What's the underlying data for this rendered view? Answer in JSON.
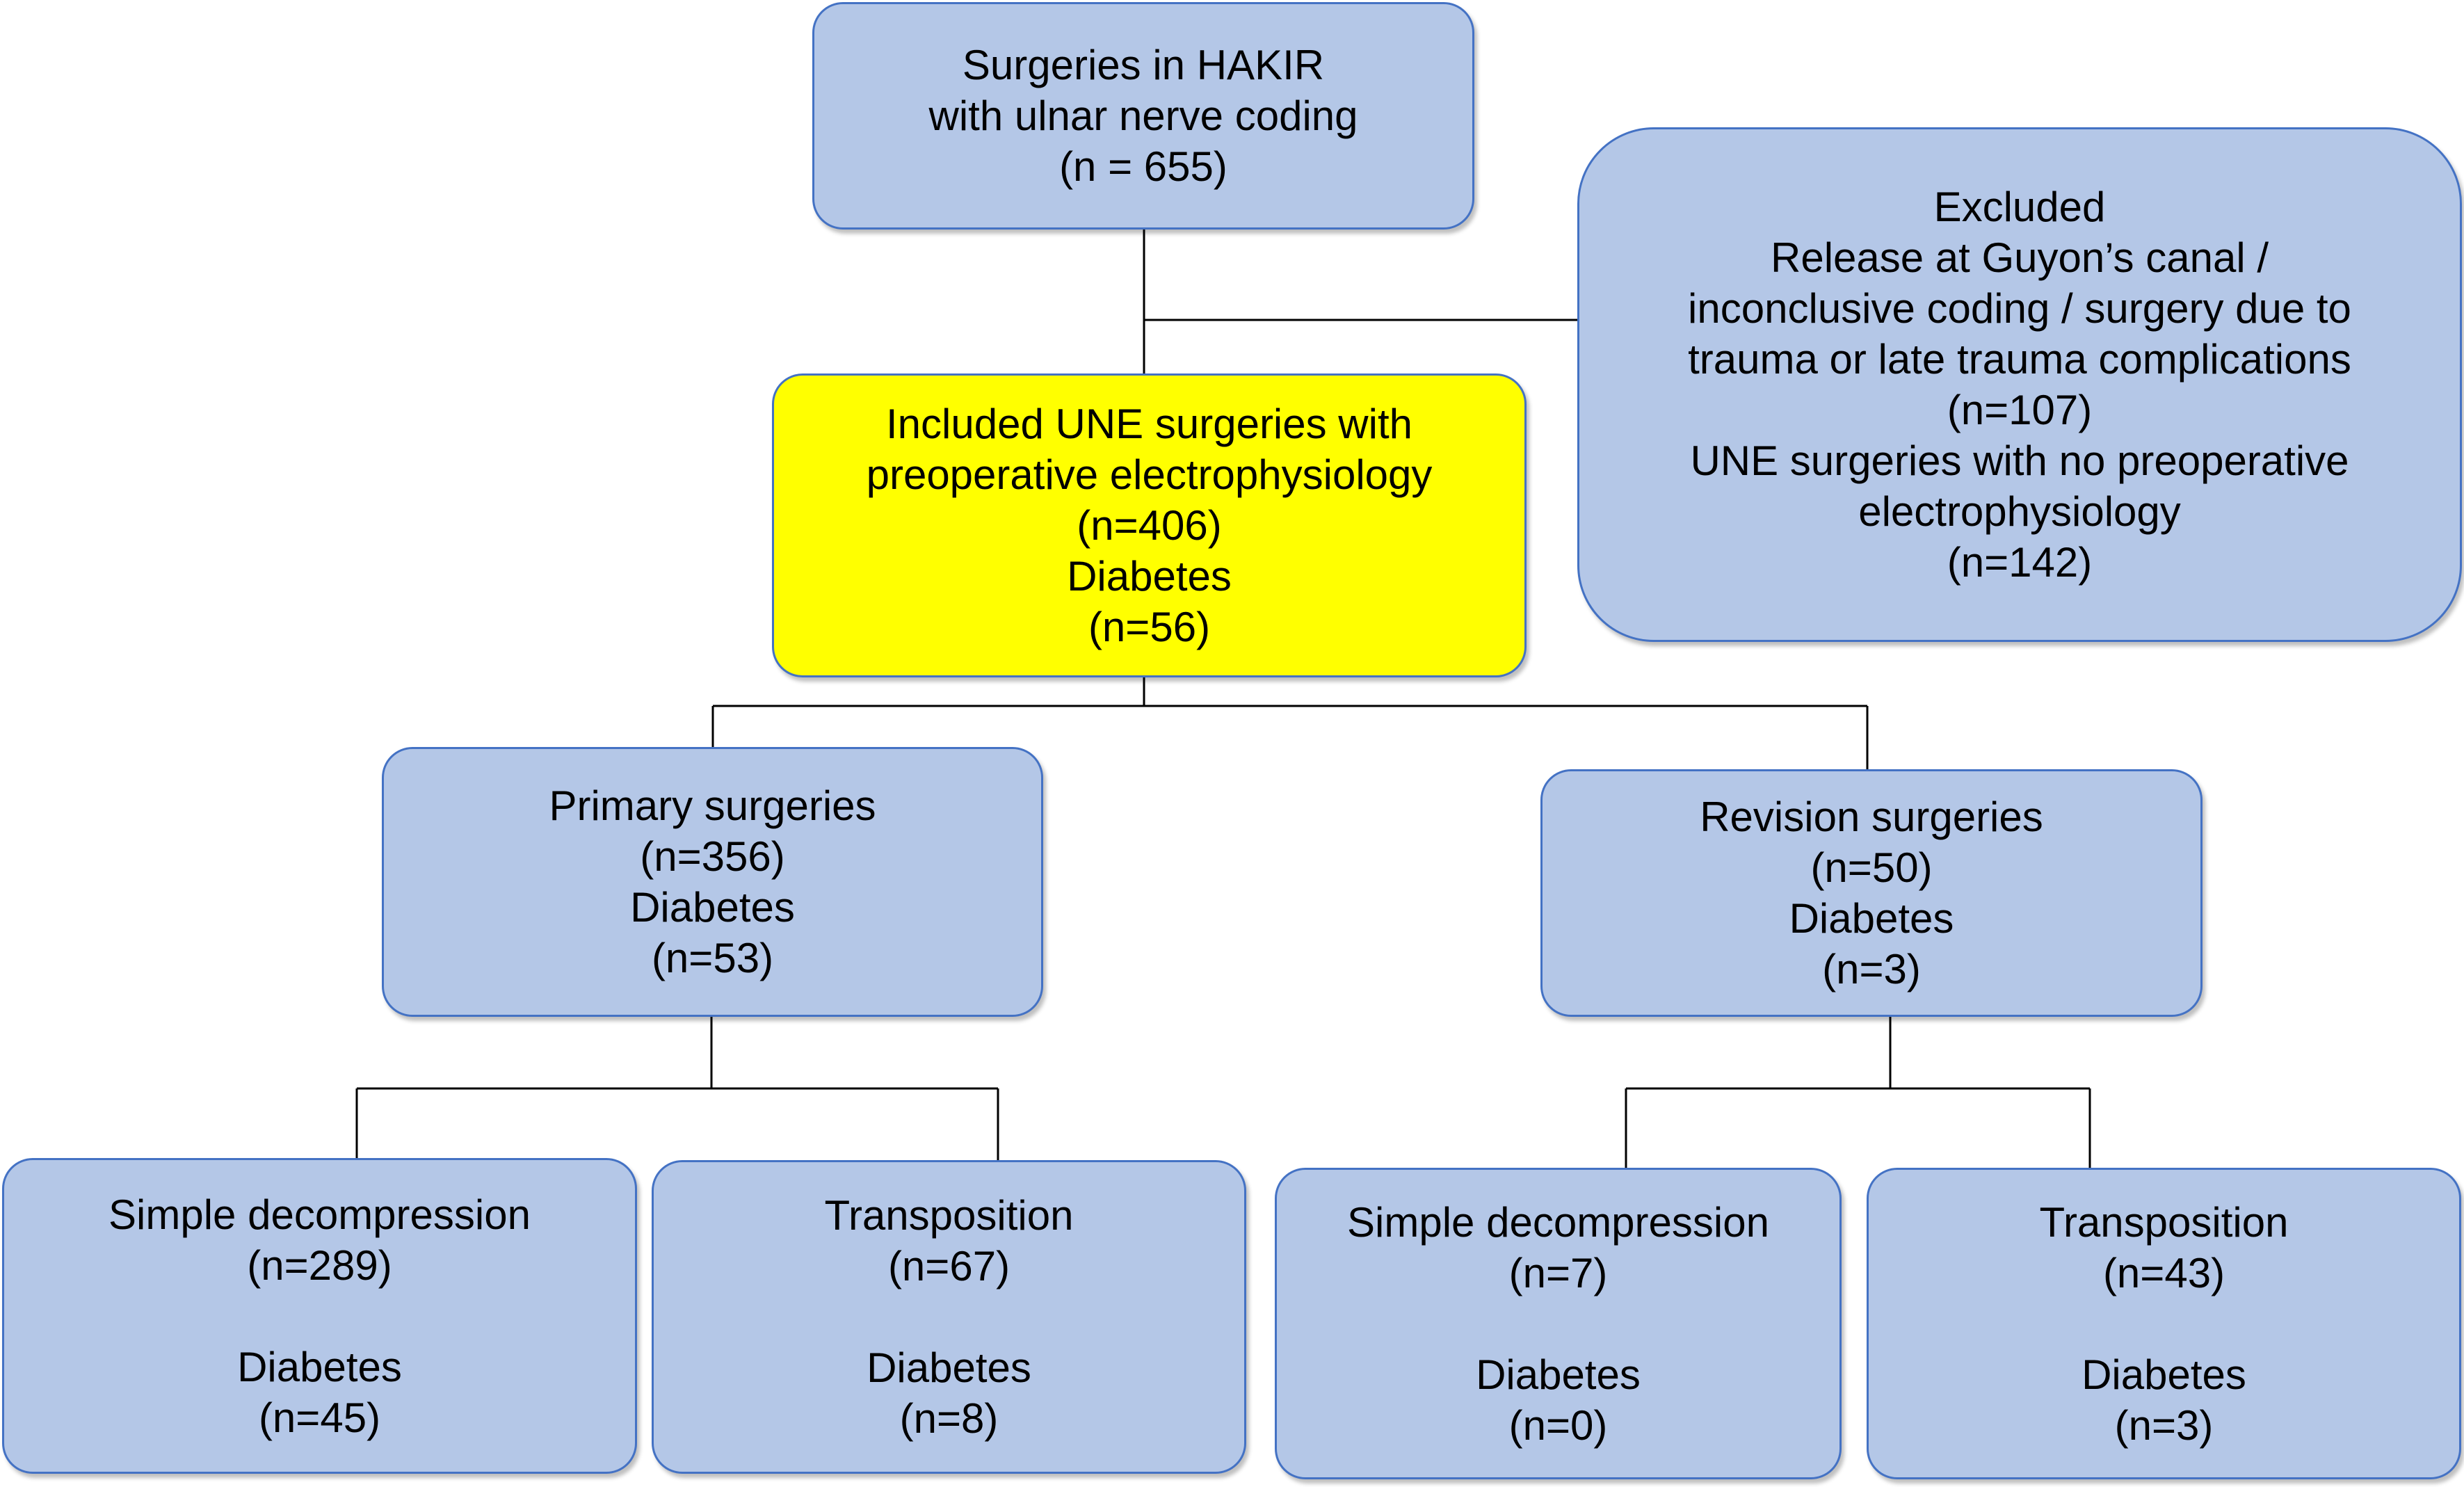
{
  "flowchart": {
    "start": {
      "line1": "Surgeries in HAKIR",
      "line2": "with ulnar nerve coding",
      "count": "(n = 655)"
    },
    "excluded": {
      "heading": "Excluded",
      "reason1_line1": "Release at Guyon’s canal /",
      "reason1_line2": "inconclusive coding / surgery due to",
      "reason1_line3": "trauma or late trauma complications",
      "reason1_count": "(n=107)",
      "reason2_line1": "UNE surgeries with no preoperative",
      "reason2_line2": "electrophysiology",
      "reason2_count": "(n=142)"
    },
    "included": {
      "line1": "Included UNE surgeries with",
      "line2": "preoperative electrophysiology",
      "count": "(n=406)",
      "diabetes_label": "Diabetes",
      "diabetes_count": "(n=56)"
    },
    "primary": {
      "label": "Primary surgeries",
      "count": "(n=356)",
      "diabetes_label": "Diabetes",
      "diabetes_count": "(n=53)"
    },
    "revision": {
      "label": "Revision surgeries",
      "count": "(n=50)",
      "diabetes_label": "Diabetes",
      "diabetes_count": "(n=3)"
    },
    "primary_simple": {
      "label": "Simple decompression",
      "count": "(n=289)",
      "diabetes_label": "Diabetes",
      "diabetes_count": "(n=45)"
    },
    "primary_transposition": {
      "label": "Transposition",
      "count": "(n=67)",
      "diabetes_label": "Diabetes",
      "diabetes_count": "(n=8)"
    },
    "revision_simple": {
      "label": "Simple decompression",
      "count": "(n=7)",
      "diabetes_label": "Diabetes",
      "diabetes_count": "(n=0)"
    },
    "revision_transposition": {
      "label": "Transposition",
      "count": "(n=43)",
      "diabetes_label": "Diabetes",
      "diabetes_count": "(n=3)"
    }
  },
  "colors": {
    "box_fill": "#b4c7e7",
    "box_border": "#4472c4",
    "highlight_fill": "#ffff00",
    "connector": "#000000"
  }
}
